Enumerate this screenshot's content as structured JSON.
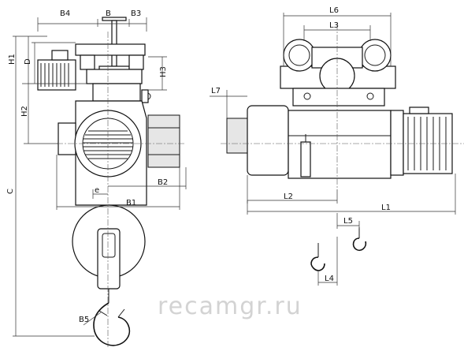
{
  "labels": {
    "b4": "B4",
    "b": "B",
    "b3": "B3",
    "h1": "H1",
    "d": "D",
    "h3": "H3",
    "h2": "H2",
    "c": "C",
    "e": "e",
    "b2": "B2",
    "b1": "B1",
    "b5": "B5",
    "l6": "L6",
    "l3": "L3",
    "l7": "L7",
    "l2": "L2",
    "l1": "L1",
    "l5": "L5",
    "l4": "L4"
  },
  "watermark": "recamgr.ru"
}
